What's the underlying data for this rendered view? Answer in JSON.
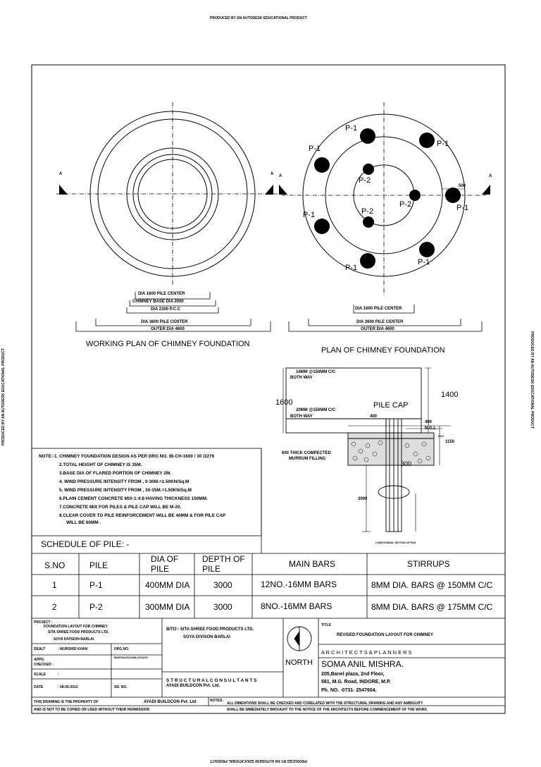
{
  "watermark": "PRODUCED BY AN AUTODESK EDUCATIONAL PRODUCT",
  "left_plan": {
    "title": "WORKING  PLAN OF CHIMNEY FOUNDATION",
    "section_marker": "A",
    "dims": [
      "DIA 1600 PILE CENTER",
      "CHIMNEY BASE  DIA 2000",
      "DIA 2300 P.C.C",
      "DIA 3600 PILE CENTER",
      "OUTER DIA 4600"
    ]
  },
  "right_plan": {
    "title": "PLAN OF CHIMNEY FOUNDATION",
    "section_marker": "A",
    "pile_labels": {
      "p1": "P-1",
      "p2": "P-2"
    },
    "dim_500": "500",
    "dims": [
      "DIA 1600 PILE CENTER",
      "DIA 3600 PILE CENTER",
      "OUTER DIA 4600"
    ]
  },
  "section": {
    "top_bars": [
      "16MM @150MM C/C",
      "BOTH WAY"
    ],
    "mid_bars": [
      "20MM @150MM C/C",
      "BOTH WAY"
    ],
    "dim_1600": "1600",
    "dim_1400": "1400",
    "pile_cap": "PILE CAP",
    "dim_400_a": "400",
    "dim_400_b": "400",
    "ngl": "N.G.L",
    "dim_1150": "1150",
    "pcc": "PCC",
    "filling": [
      "600 THICK COMPECTED",
      "MURRUM FILLING"
    ],
    "dim_300": "300",
    "dim_3000": "3000",
    "caption": "LONGITUDINAL SECTION OF PILE"
  },
  "notes": {
    "heading": "NOTE:-",
    "items": [
      "1. CHIMNEY FOUNDATION  DESIGN AS PER DRG NO. IB-CH-1600 / 30 /2276",
      "2.TOTAL HEIGHT OF CHIMNEY IS 35M.",
      "3.BASE DIA OF FLARED PORTION OF CHIMNEY 2M.",
      "4. WIND PRESSURE INTENSITY FROM , 0-30M.=1.50KN/Sq.M",
      "5. WIND PRESSURE INTENSITY FROM , 30-35M.=1.50KN/Sq.M",
      "6.PLAIN CEMENT CONCRETE MIX-1:4:8 HAVING THICKNESS 150MM.",
      "7.CONCRETE MIX FOR PILES & PILE CAP WILL BE M-20.",
      "8.CLEAR COVER TO PILE REINFORCEMENT WILL BE 40MM & FOR PILE CAP",
      "WILL BE 60MM ."
    ]
  },
  "schedule": {
    "title": "SCHEDULE OF PILE: -",
    "headers": [
      "S.NO",
      "PILE",
      "DIA OF PILE",
      "DEPTH OF PILE",
      "MAIN BARS",
      "STIRRUPS"
    ],
    "rows": [
      [
        "1",
        "P-1",
        "400MM DIA",
        "3000",
        "12NO.-16MM BARS",
        "8MM DIA. BARS @ 150MM C/C"
      ],
      [
        "2",
        "P-2",
        "300MM DIA",
        "3000",
        "8NO.-16MM BARS",
        "8MM DIA. BARS @ 175MM C/C"
      ]
    ]
  },
  "title_block": {
    "project_label": "PROJECT :",
    "project_lines": [
      "FOUNDATION LAYOUT FOR CHIMNEY",
      "SITA SHREE FOOD PRODUCTS LTD.",
      "SOYA DIVISION BARLAI"
    ],
    "dealt_label": "DEALT",
    "dealt_value": ":    MURSHID KHAN",
    "drg_label": "DRG.NO.",
    "drg_value": "MS/FDN/2012/ML/2012/03",
    "appd_label": "APPD.",
    "checked_label": "CHECKED  :",
    "scale_label": "SCALE",
    "scale_value": ":",
    "date_label": "DATE",
    "date_value": ":      08-09-2012",
    "sr_label": "SR. NO.",
    "client_lines": [
      "B/TO:- SITA SHREE FOOD PRODUCTS LTD.",
      "SOYA DIVISON BARLAI"
    ],
    "consultant_label": "S T R U C T U R A L   C O N S U L T A N T S",
    "consultant_name": "AYADI BUILDCON Pvt. Ltd.",
    "north": "NORTH",
    "title_label": "TITLE",
    "title_value": "REVISED FOUNDATION LAYOUT FOR CHIMNEY",
    "arch_label": "A R C H I T E C T S  &  P L A N N E R S",
    "arch_name": "SOMA ANIL MISHRA.",
    "arch_address": [
      "205,Banel plaza, 2nd Floor,",
      "581, M.G. Road, INDORE, M.P.",
      "Ph. NO. -0731- 2547604."
    ],
    "property_line": "THIS DRAWING IS THE PROPERTY OF",
    "property_owner": "AYADI BUILDCON Pvt. Ltd",
    "not_copied": "AND IS NOT TO BE COPIED OR USED WITHOUT THEIR PERMISSION",
    "notes_label": "NOTES:",
    "notes_line1": "ALL DIMENTIONS SHALL BE CHECKED AND CORELATED WITH THE STRUCTURAL DRAWING AND ANY AMBIGUITY",
    "notes_line2": "SHALL BE IMMEDIATELY BROUGHT TO THE NOTICE OF THE ARCHITECTS BEFORE COMMENCEMENT OF THE WORK."
  }
}
